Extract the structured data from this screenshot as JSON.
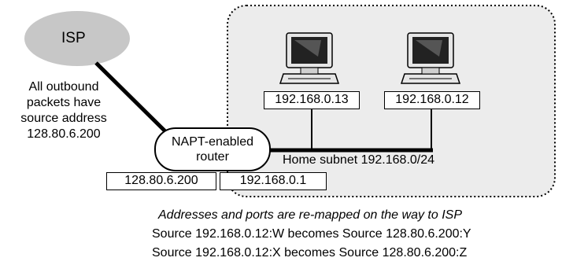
{
  "isp": {
    "label": "ISP"
  },
  "outbound_note": [
    "All outbound",
    "packets have",
    "source address",
    "128.80.6.200"
  ],
  "router": {
    "label_line1": "NAPT-enabled",
    "label_line2": "router"
  },
  "router_addresses": {
    "external": "128.80.6.200",
    "internal": "192.168.0.1"
  },
  "hosts": [
    {
      "ip": "192.168.0.13",
      "icon": "computer-icon"
    },
    {
      "ip": "192.168.0.12",
      "icon": "computer-icon"
    }
  ],
  "subnet": {
    "label": "Home subnet 192.168.0/24"
  },
  "caption": {
    "title": "Addresses and ports are re-mapped on the way to ISP",
    "lines": [
      "Source 192.168.0.12:W becomes Source 128.80.6.200:Y",
      "Source 192.168.0.12:X becomes Source 128.80.6.200:Z"
    ]
  },
  "colors": {
    "cloud": "#c7c7c7",
    "subnet_fill": "#ececec",
    "link": "#000000"
  }
}
